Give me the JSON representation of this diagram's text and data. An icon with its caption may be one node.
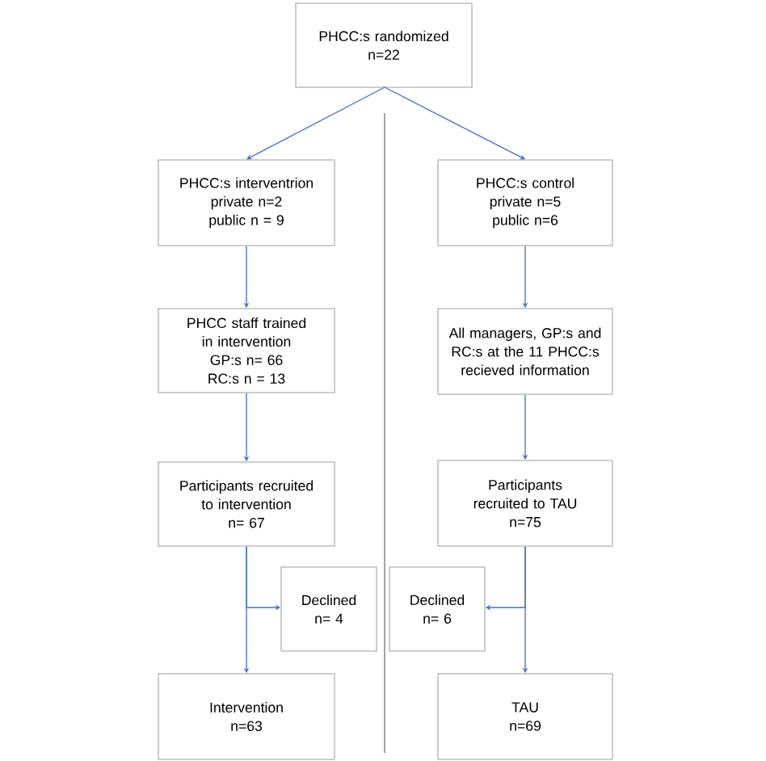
{
  "diagram": {
    "nodes": [
      {
        "text": [
          "PHCC:s randomized",
          "n=22"
        ]
      },
      {
        "text": [
          "PHCC:s interventrion",
          "private n=2",
          "public n = 9"
        ]
      },
      {
        "text": [
          "PHCC:s control",
          "private n=5",
          "public n=6"
        ]
      },
      {
        "text": [
          "PHCC staff trained in intervention",
          "GP:s n= 66",
          "RC:s n = 13"
        ]
      },
      {
        "text": [
          "All managers, GP:s and RC:s at the 11 PHCC:s recieved information"
        ]
      },
      {
        "text": [
          "Participants recruited to intervention",
          "n= 67"
        ]
      },
      {
        "text": [
          "Participants recruited to TAU",
          "n=75"
        ]
      },
      {
        "text": [
          "Declined",
          "n= 4"
        ]
      },
      {
        "text": [
          "Declined",
          "n= 6"
        ]
      },
      {
        "text": [
          "Intervention",
          "n=63"
        ]
      },
      {
        "text": [
          "TAU",
          "n=69"
        ]
      }
    ],
    "edges": [
      {
        "from": 0,
        "to": 1,
        "arrow": "to"
      },
      {
        "from": 0,
        "to": 2,
        "arrow": "to"
      },
      {
        "from": 1,
        "to": 3,
        "arrow": "to"
      },
      {
        "from": 2,
        "to": 4,
        "arrow": "to"
      },
      {
        "from": 3,
        "to": 5,
        "arrow": "to"
      },
      {
        "from": 4,
        "to": 6,
        "arrow": "to"
      },
      {
        "from": 5,
        "to": 9,
        "arrow": "to"
      },
      {
        "from": 5,
        "to": 7,
        "arrow": "to"
      },
      {
        "from": 6,
        "to": 10,
        "arrow": "to"
      },
      {
        "from": 6,
        "to": 8,
        "arrow": "to"
      }
    ]
  }
}
